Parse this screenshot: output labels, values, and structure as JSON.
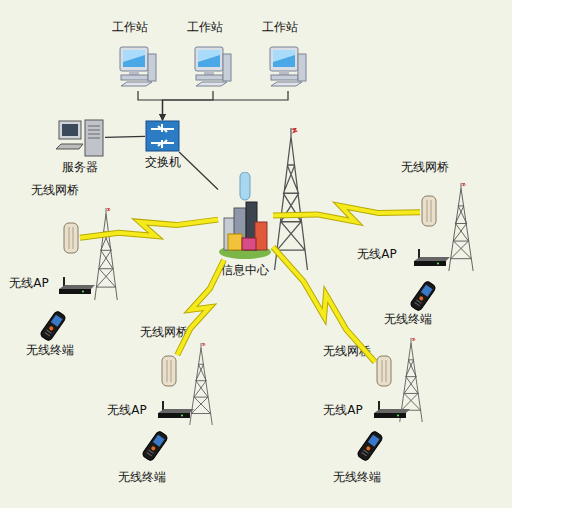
{
  "diagram": {
    "nodes": [
      {
        "text": [
          "工作站"
        ]
      },
      {
        "text": [
          "工作站"
        ]
      },
      {
        "text": [
          "工作站"
        ]
      },
      {
        "text": [
          "服务器"
        ]
      },
      {
        "text": [
          "交换机"
        ]
      },
      {
        "text": [
          "信息中心"
        ]
      },
      {
        "text": [
          "无线网桥"
        ]
      },
      {
        "text": [
          "无线AP"
        ]
      },
      {
        "text": [
          "无线终端"
        ]
      },
      {
        "text": [
          "无线网桥"
        ]
      },
      {
        "text": [
          "无线AP"
        ]
      },
      {
        "text": [
          "无线终端"
        ]
      },
      {
        "text": [
          "无线网桥"
        ]
      },
      {
        "text": [
          "无线AP"
        ]
      },
      {
        "text": [
          "无线终端"
        ]
      },
      {
        "text": [
          "无线网桥"
        ]
      },
      {
        "text": [
          "无线AP"
        ]
      },
      {
        "text": [
          "无线终端"
        ]
      }
    ],
    "edges": [
      {
        "from": 0,
        "to": 4,
        "arrow": "to"
      },
      {
        "from": 1,
        "to": 4,
        "arrow": "to"
      },
      {
        "from": 2,
        "to": 4,
        "arrow": "to"
      },
      {
        "from": 3,
        "to": 4,
        "arrow": "none"
      },
      {
        "from": 4,
        "to": 5,
        "arrow": "none"
      },
      {
        "from": 5,
        "to": 6,
        "arrow": "none"
      },
      {
        "from": 5,
        "to": 9,
        "arrow": "none"
      },
      {
        "from": 5,
        "to": 12,
        "arrow": "none"
      },
      {
        "from": 5,
        "to": 15,
        "arrow": "none"
      }
    ]
  }
}
